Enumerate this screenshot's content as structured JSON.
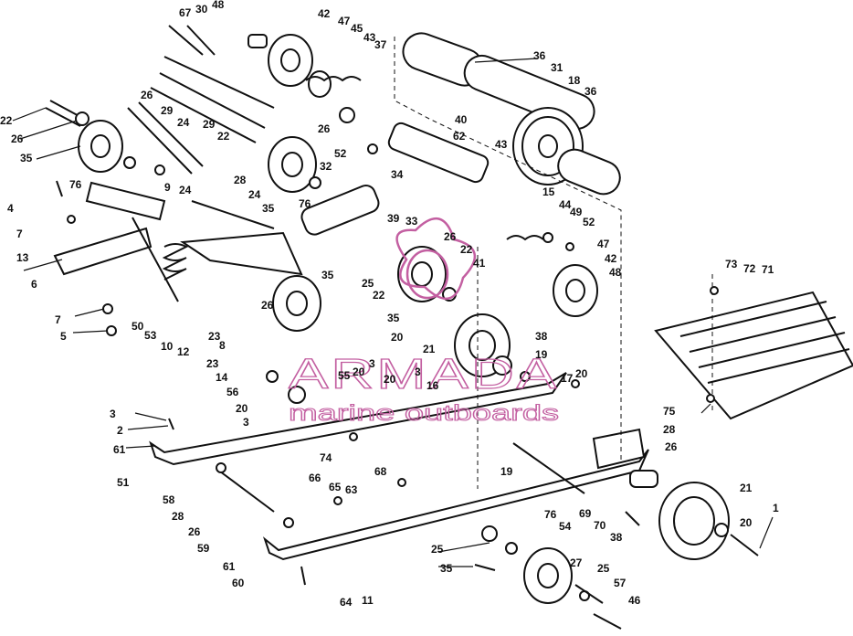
{
  "callouts": [
    "67",
    "30",
    "48",
    "42",
    "47",
    "45",
    "43",
    "37",
    "36",
    "31",
    "18",
    "36",
    "22",
    "26",
    "35",
    "26",
    "29",
    "24",
    "29",
    "22",
    "26",
    "52",
    "62",
    "40",
    "43",
    "32",
    "34",
    "76",
    "4",
    "7",
    "13",
    "6",
    "9",
    "24",
    "28",
    "24",
    "35",
    "76",
    "39",
    "33",
    "15",
    "44",
    "49",
    "52",
    "26",
    "22",
    "41",
    "47",
    "42",
    "48",
    "73",
    "72",
    "71",
    "7",
    "5",
    "50",
    "53",
    "10",
    "12",
    "23",
    "26",
    "8",
    "23",
    "35",
    "25",
    "22",
    "35",
    "20",
    "21",
    "38",
    "19",
    "14",
    "56",
    "20",
    "3",
    "55",
    "20",
    "3",
    "20",
    "3",
    "16",
    "17",
    "20",
    "3",
    "2",
    "61",
    "51",
    "74",
    "75",
    "28",
    "19",
    "26",
    "58",
    "28",
    "26",
    "59",
    "66",
    "65",
    "63",
    "68",
    "69",
    "70",
    "38",
    "21",
    "20",
    "1",
    "61",
    "60",
    "64",
    "11",
    "25",
    "76",
    "54",
    "35",
    "27",
    "25",
    "57",
    "46"
  ],
  "watermark": {
    "brand": "ARMADA",
    "sub": "marine  outboards",
    "color": "#c35fa1"
  }
}
